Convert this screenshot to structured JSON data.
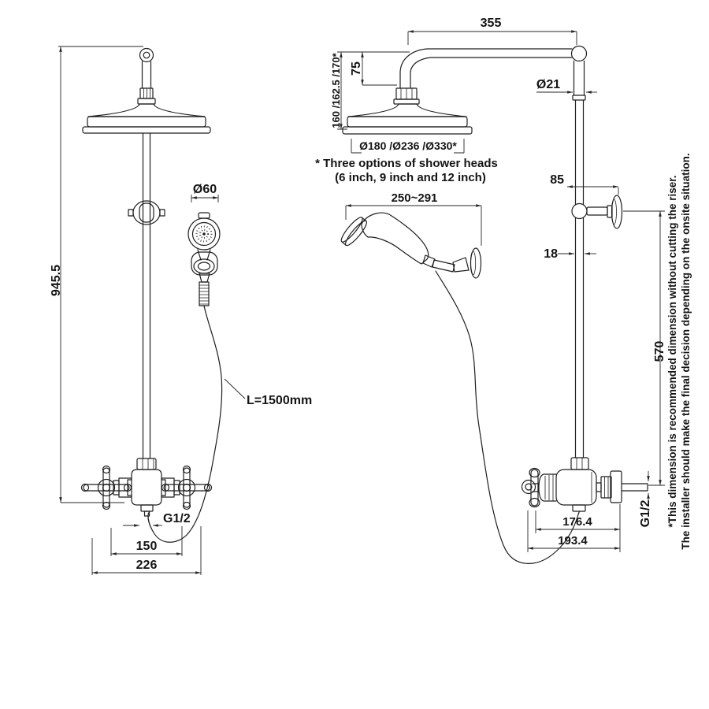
{
  "front_view": {
    "height": "945.5",
    "handset_diameter": "Ø60",
    "hose_length": "L=1500mm",
    "outlet_thread": "G1/2",
    "inlet_spacing": "150",
    "overall_width": "226"
  },
  "side_view": {
    "arm_projection": "355",
    "arm_drop": "75",
    "head_height_options": "160 /162.5 /170*",
    "head_diameter_options": "Ø180 /Ø236 /Ø330*",
    "riser_diameter": "Ø21",
    "bracket_projection": "85",
    "riser_lower_diameter": "18",
    "handset_projection": "250~291",
    "riser_length": "570",
    "valve_depth_to_handle": "176.4",
    "valve_overall_depth": "193.4",
    "inlet_thread": "G1/2"
  },
  "notes": {
    "head_options_1": "* Three options of shower heads",
    "head_options_2": "(6 inch, 9 inch and 12 inch)",
    "riser_note_1": "*This dimension is recommended dimension without cutting the riser.",
    "riser_note_2": "The installer should make the final decision depending on the onsite situation."
  }
}
